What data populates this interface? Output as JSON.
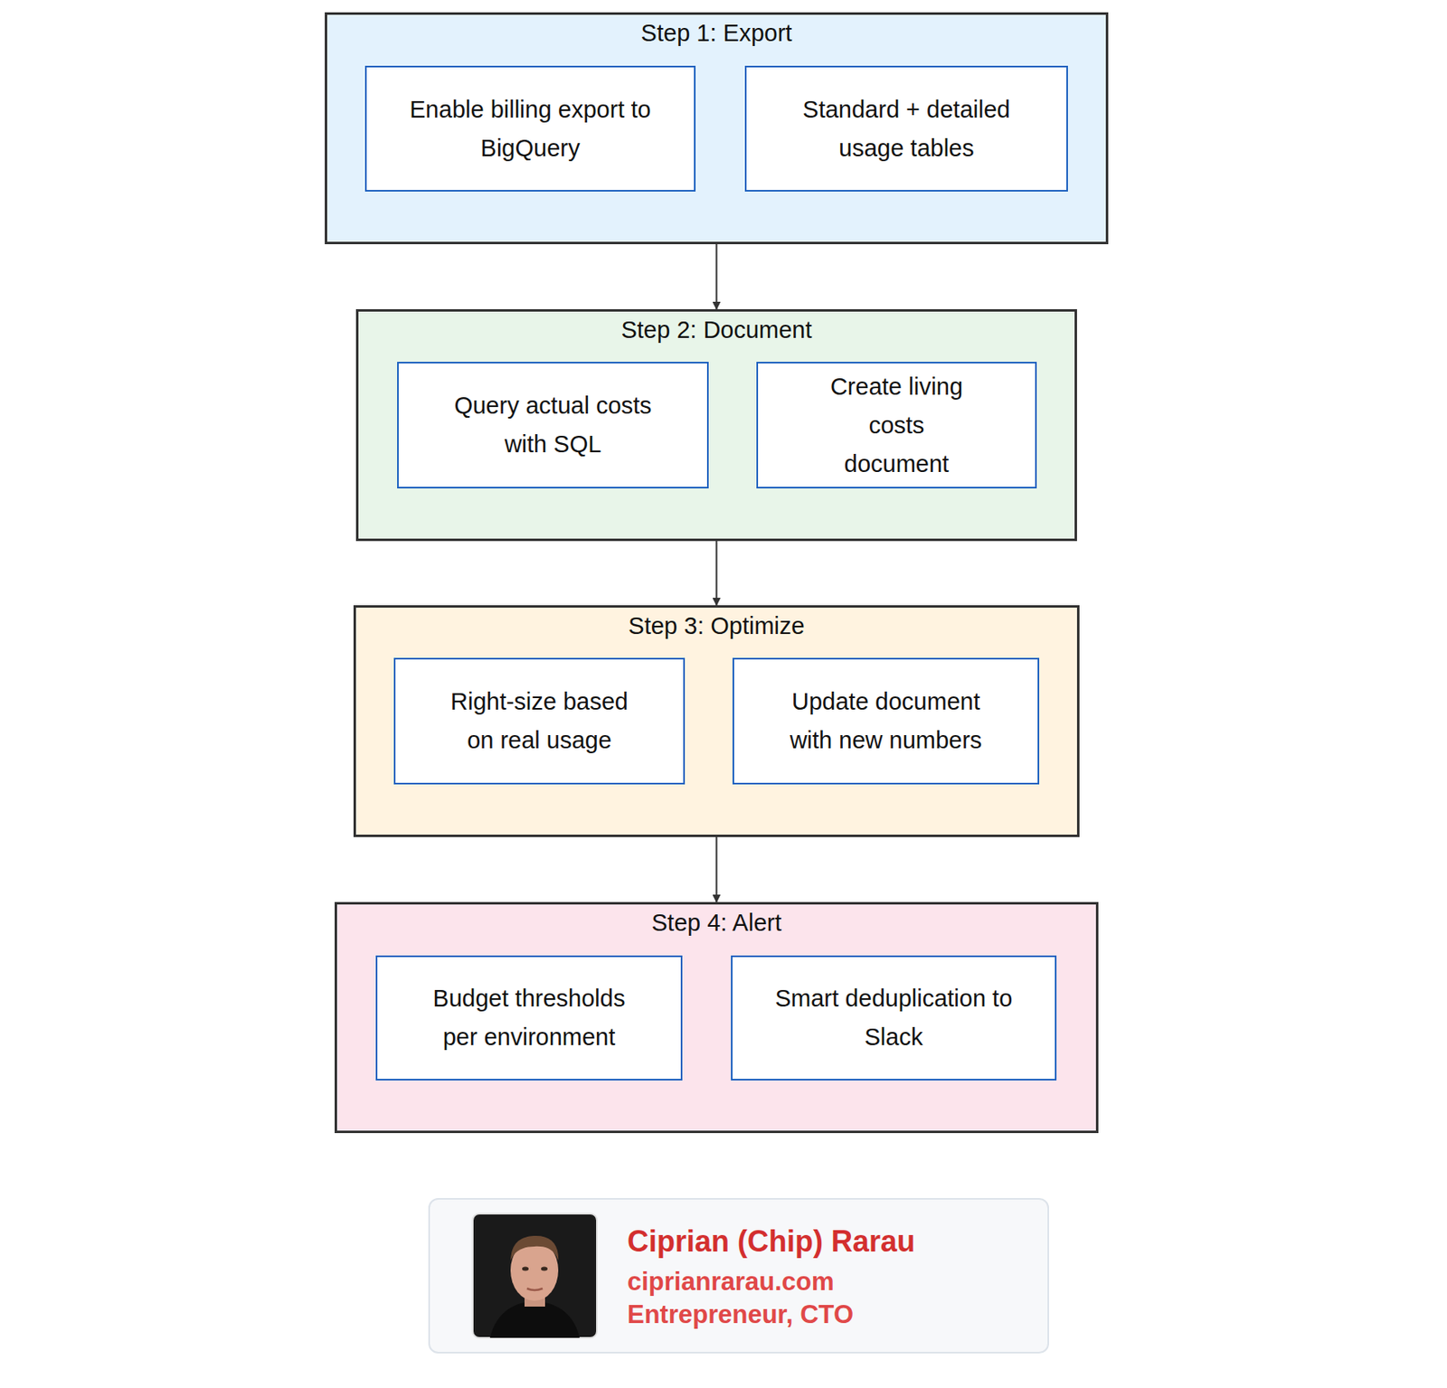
{
  "diagram": {
    "nodes": [
      {
        "text": [
          "Step 1: Export"
        ]
      },
      {
        "text": [
          "Enable billing export to BigQuery"
        ],
        "in": 0
      },
      {
        "text": [
          "Standard + detailed usage tables"
        ],
        "in": 0
      },
      {
        "text": [
          "Step 2: Document"
        ]
      },
      {
        "text": [
          "Query actual costs with SQL"
        ],
        "in": 3
      },
      {
        "text": [
          "Create living costs document"
        ],
        "in": 3
      },
      {
        "text": [
          "Step 3: Optimize"
        ]
      },
      {
        "text": [
          "Right-size based on real usage"
        ],
        "in": 6
      },
      {
        "text": [
          "Update document with new numbers"
        ],
        "in": 6
      },
      {
        "text": [
          "Step 4: Alert"
        ]
      },
      {
        "text": [
          "Budget thresholds per environment"
        ],
        "in": 9
      },
      {
        "text": [
          "Smart deduplication to Slack"
        ],
        "in": 9
      },
      {
        "text": [
          "Ciprian (Chip) Rarau",
          "ciprianrarau.com",
          "Entrepreneur, CTO"
        ]
      }
    ],
    "edges": [
      {
        "from": 0,
        "to": 3,
        "arrow": "to"
      },
      {
        "from": 3,
        "to": 6,
        "arrow": "to"
      },
      {
        "from": 6,
        "to": 9,
        "arrow": "to"
      }
    ]
  }
}
